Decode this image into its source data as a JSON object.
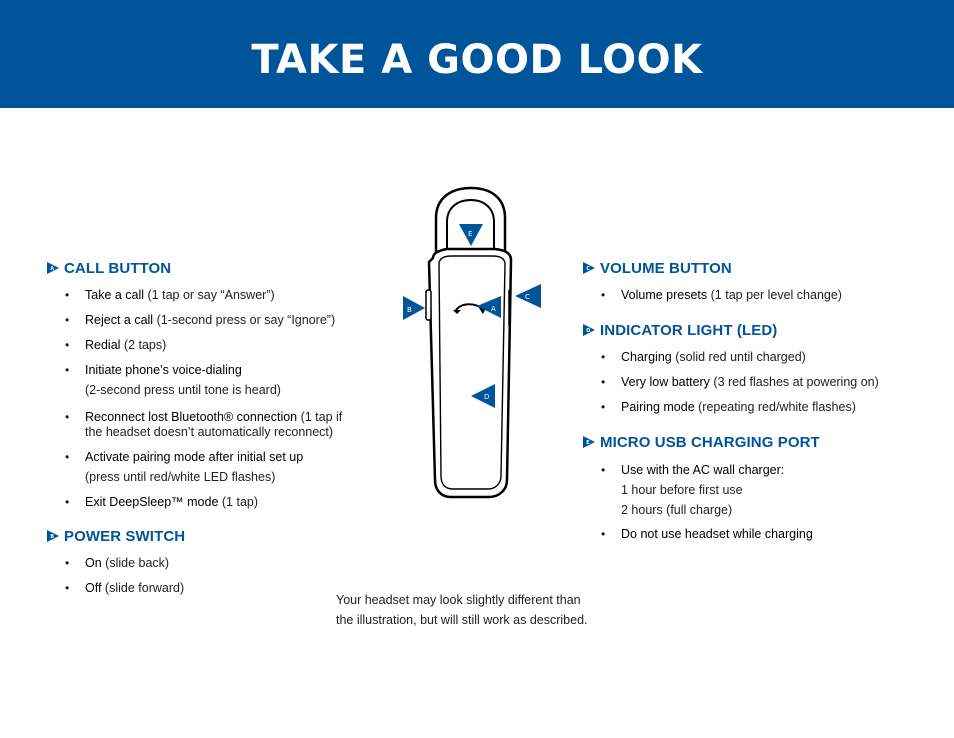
{
  "page": {
    "title": "TAKE A GOOD LOOK"
  },
  "left_sections": [
    {
      "title": "CALL BUTTON",
      "items": [
        {
          "key": "Take a call",
          "value": " (1 tap or say “Answer”)"
        },
        {
          "key": "Reject a call",
          "value": " (1-second press or say “Ignore”)"
        },
        {
          "key": "Redial",
          "value": " (2 taps)"
        },
        {
          "key": "Initiate phone’s voice-dialing",
          "value": "",
          "line2": "(2-second press until tone is heard)"
        },
        {
          "key": "Reconnect lost Bluetooth® connection",
          "value": " (1 tap if",
          "line2": "the headset doesn’t automatically reconnect)"
        },
        {
          "key": "Activate pairing mode after initial set up",
          "value": "",
          "line2": "(press until red/white LED flashes)"
        },
        {
          "key": "Exit DeepSleep™ mode",
          "value": " (1 tap)"
        }
      ]
    },
    {
      "title": "POWER SWITCH",
      "items": [
        {
          "key": "On",
          "value": " (slide back)"
        },
        {
          "key": "Off",
          "value": " (slide forward)"
        }
      ]
    }
  ],
  "right_sections": [
    {
      "title": "VOLUME BUTTON",
      "items": [
        {
          "key": "Volume presets",
          "value": " (1 tap per level change)"
        }
      ]
    },
    {
      "title": "INDICATOR LIGHT (LED)",
      "items": [
        {
          "key": "Charging",
          "value": " (solid red until charged)"
        },
        {
          "key": "Very low battery",
          "value": " (3 red flashes at powering on)"
        },
        {
          "key": "Pairing mode",
          "value": " (repeating red/white flashes)"
        }
      ]
    },
    {
      "title": "MICRO USB CHARGING PORT",
      "items": [
        {
          "key": "Use with the AC wall charger:",
          "value": "",
          "line2": "1 hour before first use",
          "line3": "2 hours (full charge)"
        },
        {
          "key": "Do not use headset while charging",
          "value": ""
        }
      ]
    }
  ],
  "section_markers": [
    "A",
    "B",
    "C",
    "D",
    "E"
  ],
  "diagram_labels": {
    "e": "E",
    "a": "A",
    "b": "B",
    "c": "C",
    "d": "D"
  },
  "note": {
    "line1": "Your headset may look slightly different than",
    "line2": "the illustration,  but will still work as described."
  },
  "colors": {
    "brand": "#00549a",
    "text": "#1a1a1a"
  }
}
